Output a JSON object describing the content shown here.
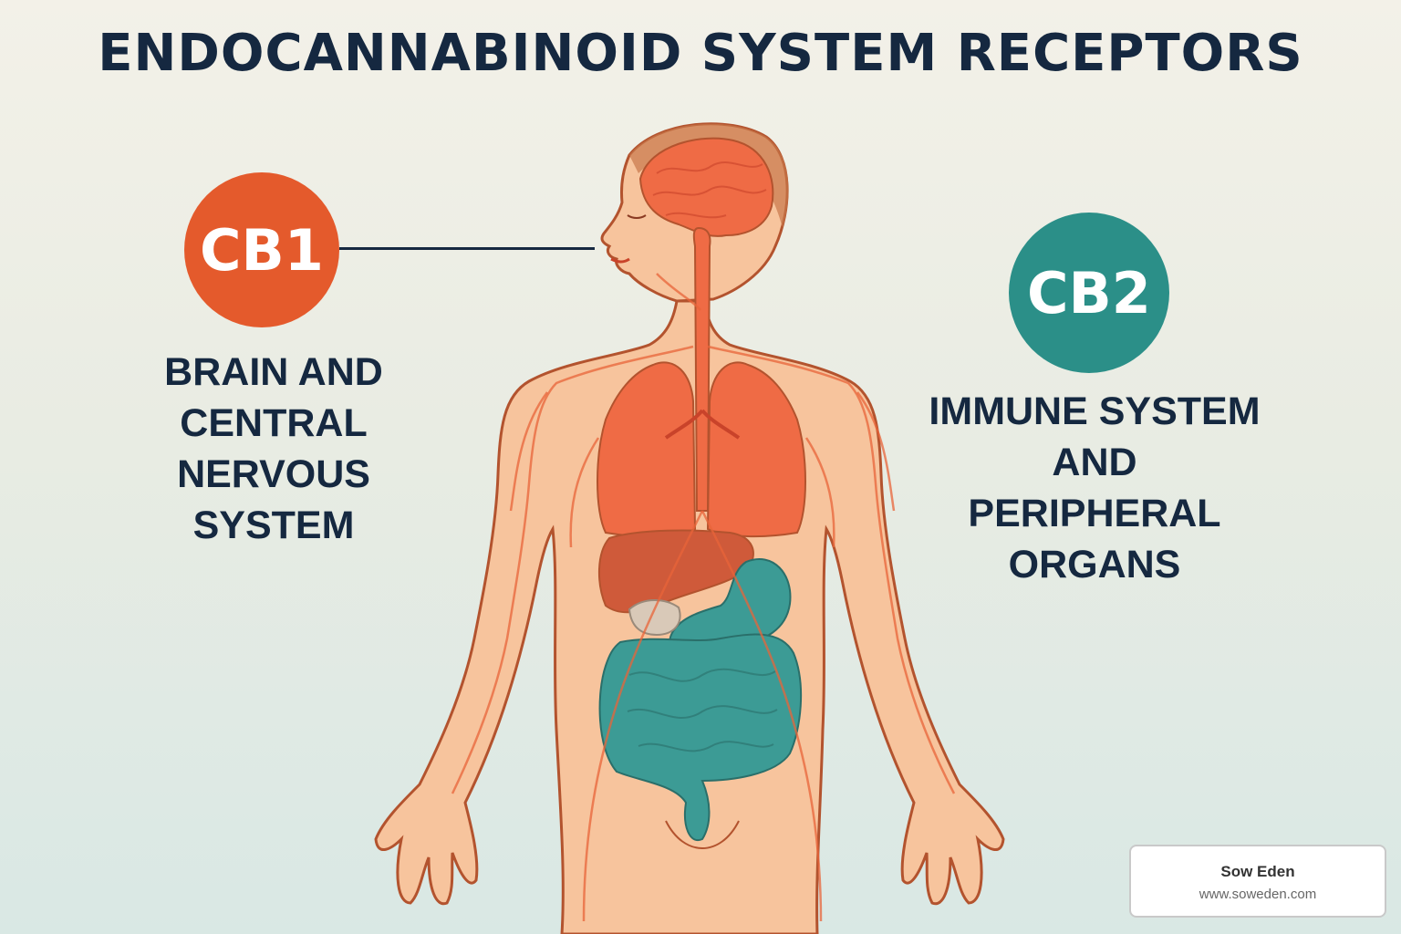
{
  "title": "ENDOCANNABINOID SYSTEM RECEPTORS",
  "receptors": [
    {
      "label": "CB1",
      "color": "#e45a2c",
      "description_lines": [
        "BRAIN AND",
        "CENTRAL NERVOUS",
        "SYSTEM"
      ]
    },
    {
      "label": "CB2",
      "color": "#2b8f88",
      "description_lines": [
        "IMMUNE SYSTEM",
        "AND PERIPHERAL",
        "ORGANS"
      ]
    }
  ],
  "figure": {
    "icon": "human-body-anatomy-illustration",
    "skin_color": "#f7c49d",
    "outline_color": "#b3532e",
    "nerve_color": "#e8643a",
    "cb1_organ_color": "#ef6b45",
    "cb2_organ_color": "#3c9b95",
    "liver_color": "#cf5a3a"
  },
  "credit": {
    "name": "Sow Eden",
    "url": "www.soweden.com"
  }
}
